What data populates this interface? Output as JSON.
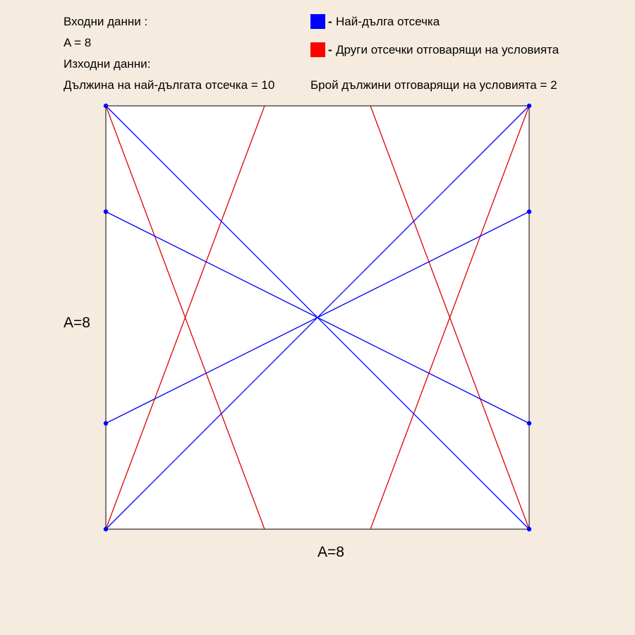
{
  "info": {
    "input_label": "Входни данни :",
    "input_value": "A = 8",
    "output_label": "Изходни данни:",
    "longest_length": "Дължина на най-дългата отсечка = 10",
    "count": "Брой дължини отговарящи на условията = 2"
  },
  "legend": {
    "dash": "-",
    "items": [
      {
        "label": "Най-дълга отсечка",
        "color": "#0000ff"
      },
      {
        "label": "Други отсечки отговарящи на условията",
        "color": "#ff0000"
      }
    ]
  },
  "square": {
    "side": 8,
    "left_label": "A=8",
    "bottom_label": "A=8",
    "border_color": "#000000",
    "fill_color": "#ffffff"
  },
  "segments": {
    "blue_color": "#0000ff",
    "red_color": "#dd0000",
    "longest": [
      {
        "from": [
          0,
          8
        ],
        "to": [
          8,
          0
        ]
      },
      {
        "from": [
          0,
          0
        ],
        "to": [
          8,
          8
        ]
      },
      {
        "from": [
          0,
          6
        ],
        "to": [
          8,
          2
        ]
      },
      {
        "from": [
          0,
          2
        ],
        "to": [
          8,
          6
        ]
      }
    ],
    "others": [
      {
        "from": [
          0,
          8
        ],
        "to": [
          3,
          0
        ]
      },
      {
        "from": [
          0,
          0
        ],
        "to": [
          3,
          8
        ]
      },
      {
        "from": [
          5,
          8
        ],
        "to": [
          8,
          0
        ]
      },
      {
        "from": [
          5,
          0
        ],
        "to": [
          8,
          8
        ]
      }
    ],
    "points": [
      [
        0,
        8
      ],
      [
        0,
        6
      ],
      [
        0,
        2
      ],
      [
        0,
        0
      ],
      [
        8,
        8
      ],
      [
        8,
        6
      ],
      [
        8,
        2
      ],
      [
        8,
        0
      ]
    ]
  }
}
